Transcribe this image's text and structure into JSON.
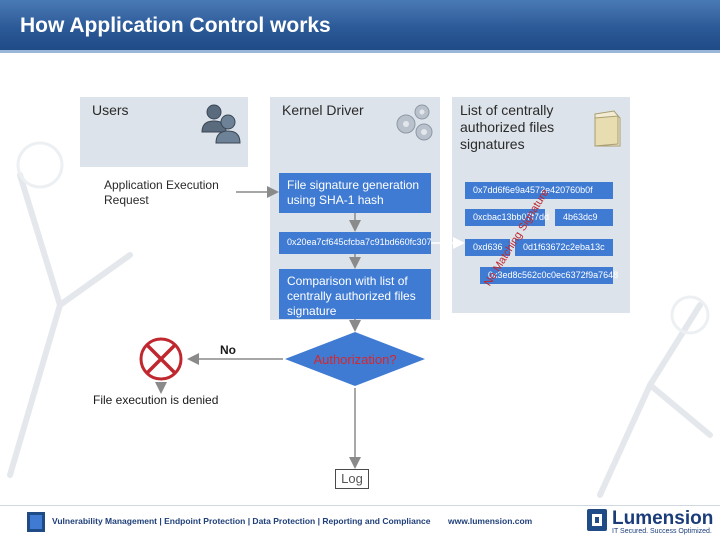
{
  "header": {
    "title": "How Application Control works"
  },
  "users": {
    "label": "Users",
    "request": "Application Execution Request",
    "users_icon": "users-icon"
  },
  "kernel": {
    "label": "Kernel Driver",
    "gear_icon": "gears-icon",
    "sig_generation": "File signature generation using SHA-1 hash",
    "hash": "0x20ea7cf645cfcba7c91bd660fc307",
    "comparison": "Comparison with list of centrally authorized files signature",
    "authorization": "Authorization?",
    "log": "Log"
  },
  "list": {
    "label": "List of centrally authorized files signatures",
    "folder_icon": "folder-icon",
    "signatures": [
      "0x7dd6f6e9a4572e420760b0f",
      "0xcbac13bb07f7dd",
      "4b63dc9",
      "0xd636",
      "0d1f63672c2eba13c",
      "0x3ed8c562c0c0ec6372f9a7648"
    ],
    "no_match": "No Matching Signature"
  },
  "deny": {
    "no_label": "No",
    "message": "File execution is denied",
    "icon": "deny-cross-icon"
  },
  "footer": {
    "tagline": "Vulnerability Management | Endpoint Protection | Data Protection | Reporting and Compliance",
    "url": "www.lumension.com",
    "brand": "Lumension",
    "brand_tag": "IT Secured. Success Optimized."
  },
  "colors": {
    "header": "#2c5a98",
    "box_blue": "#3f7bd3",
    "column_gray": "#dde3ea",
    "deny_red": "#c0282f",
    "arrow_gray": "#8a8a8a"
  }
}
